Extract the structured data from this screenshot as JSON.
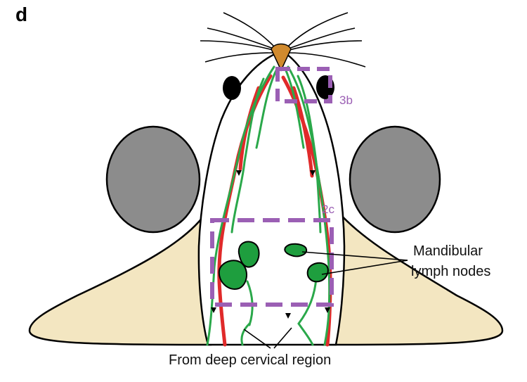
{
  "panel_label": "d",
  "box_labels": {
    "nose": "3b",
    "neck": "2c"
  },
  "annotations": {
    "lymph_nodes_line1": "Mandibular",
    "lymph_nodes_line2": "lymph nodes",
    "bottom": "From deep cervical region"
  },
  "colors": {
    "blood_vessel": "#e02a2a",
    "lymph_vessel": "#2aa84a",
    "lymph_node": "#1e9e3e",
    "dashed_box": "#9b5fb4",
    "ear": "#8c8c8c",
    "shoulder": "#f3e6c1",
    "nose": "#d08a2e",
    "eye": "#000000"
  }
}
